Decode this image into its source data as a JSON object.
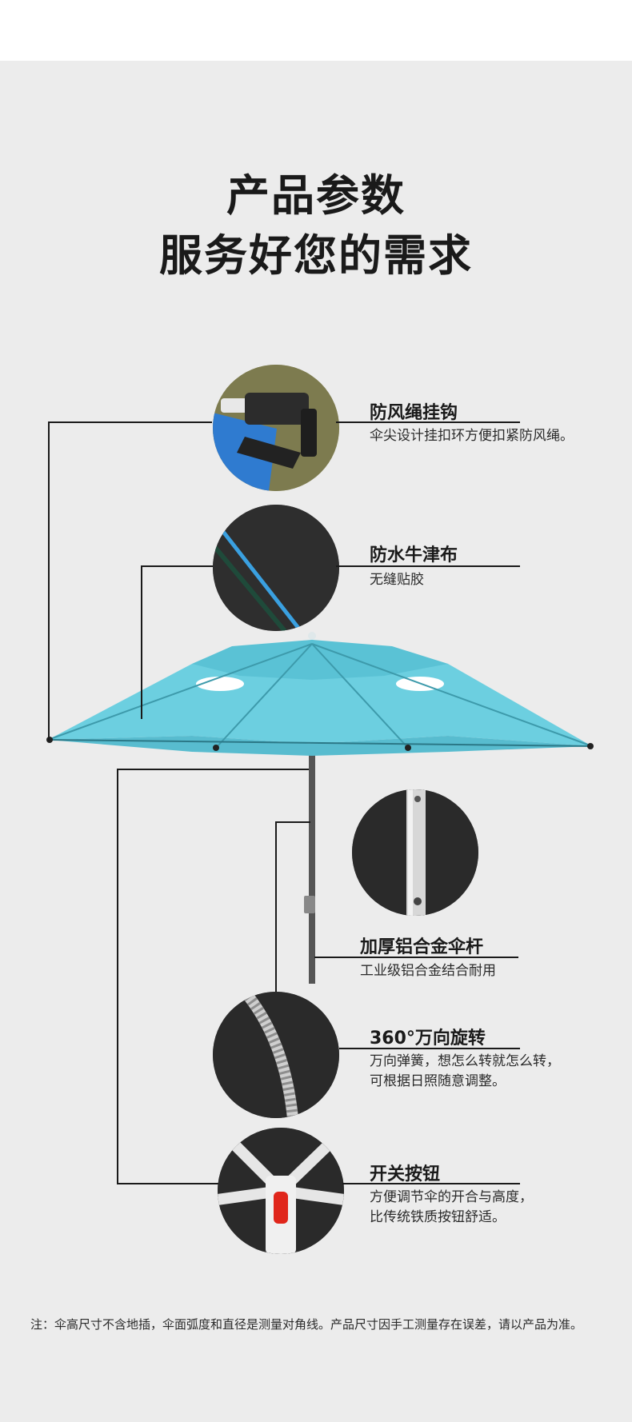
{
  "header": {
    "title_line1": "产品参数",
    "title_line2": "服务好您的需求"
  },
  "features": [
    {
      "title": "防风绳挂钩",
      "desc_lines": [
        "伞尖设计挂扣环方便扣紧防风绳。"
      ]
    },
    {
      "title": "防水牛津布",
      "desc_lines": [
        "无缝贴胶"
      ]
    },
    {
      "title": "加厚铝合金伞杆",
      "desc_lines": [
        "工业级铝合金结合耐用"
      ]
    },
    {
      "title": "360°万向旋转",
      "desc_lines": [
        "万向弹簧，想怎么转就怎么转，",
        "可根据日照随意调整。"
      ]
    },
    {
      "title": "开关按钮",
      "desc_lines": [
        "方便调节伞的开合与高度，",
        "比传统铁质按钮舒适。"
      ]
    }
  ],
  "footer": {
    "note": "注：伞高尺寸不含地插，伞面弧度和直径是测量对角线。产品尺寸因手工测量存在误差，请以产品为准。"
  },
  "colors": {
    "canopy": "#6ccfe0",
    "canopy_dark": "#4bb6c9",
    "background": "#ececec"
  }
}
